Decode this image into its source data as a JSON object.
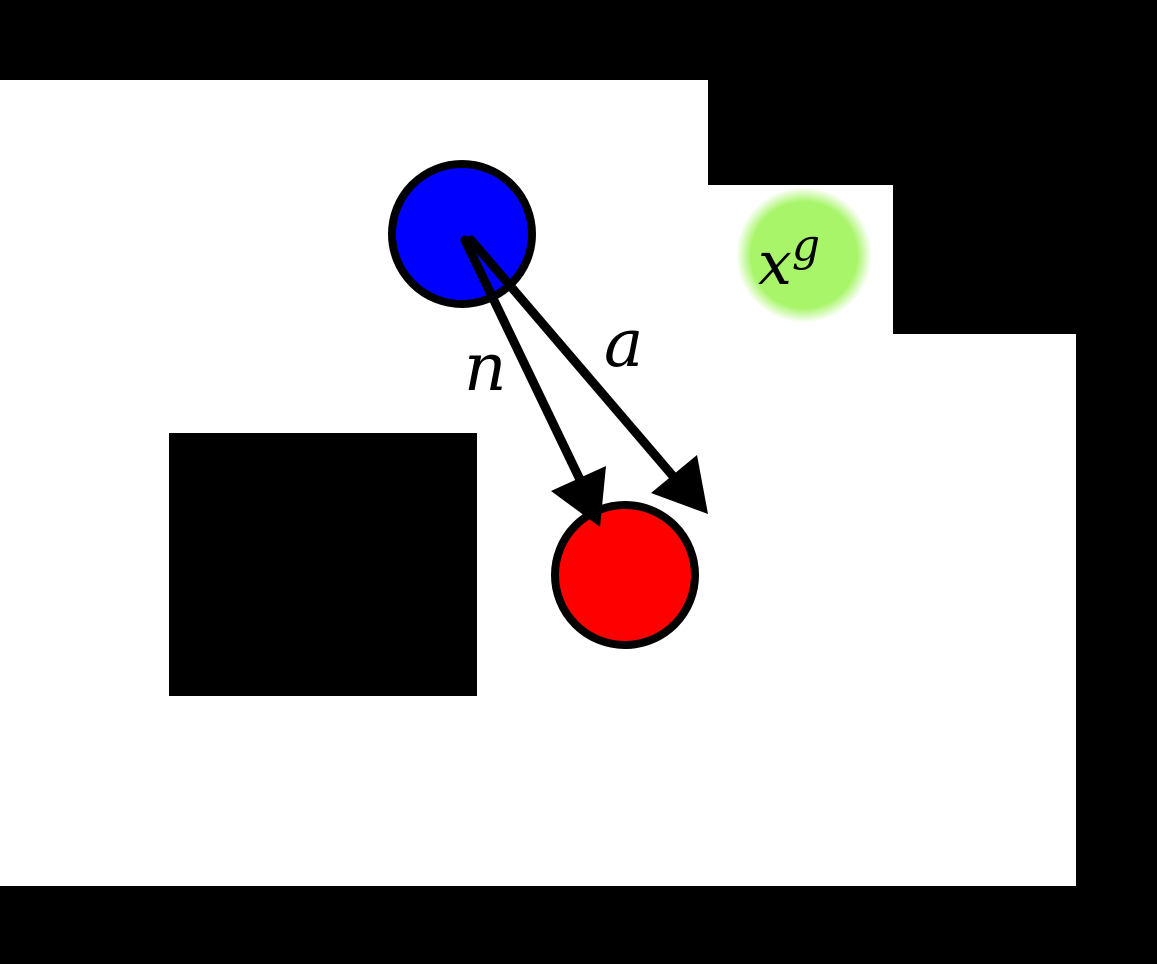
{
  "colors": {
    "background": "#ffffff",
    "wall": "#000000",
    "start_robot": "#0000ff",
    "moved_robot": "#ff0000",
    "goal_glow": "#a8f56a",
    "arrow": "#000000",
    "outline": "#000000"
  },
  "labels": {
    "goal_base": "x",
    "goal_superscript": "g",
    "arrow_n": "n",
    "arrow_a": "a"
  }
}
